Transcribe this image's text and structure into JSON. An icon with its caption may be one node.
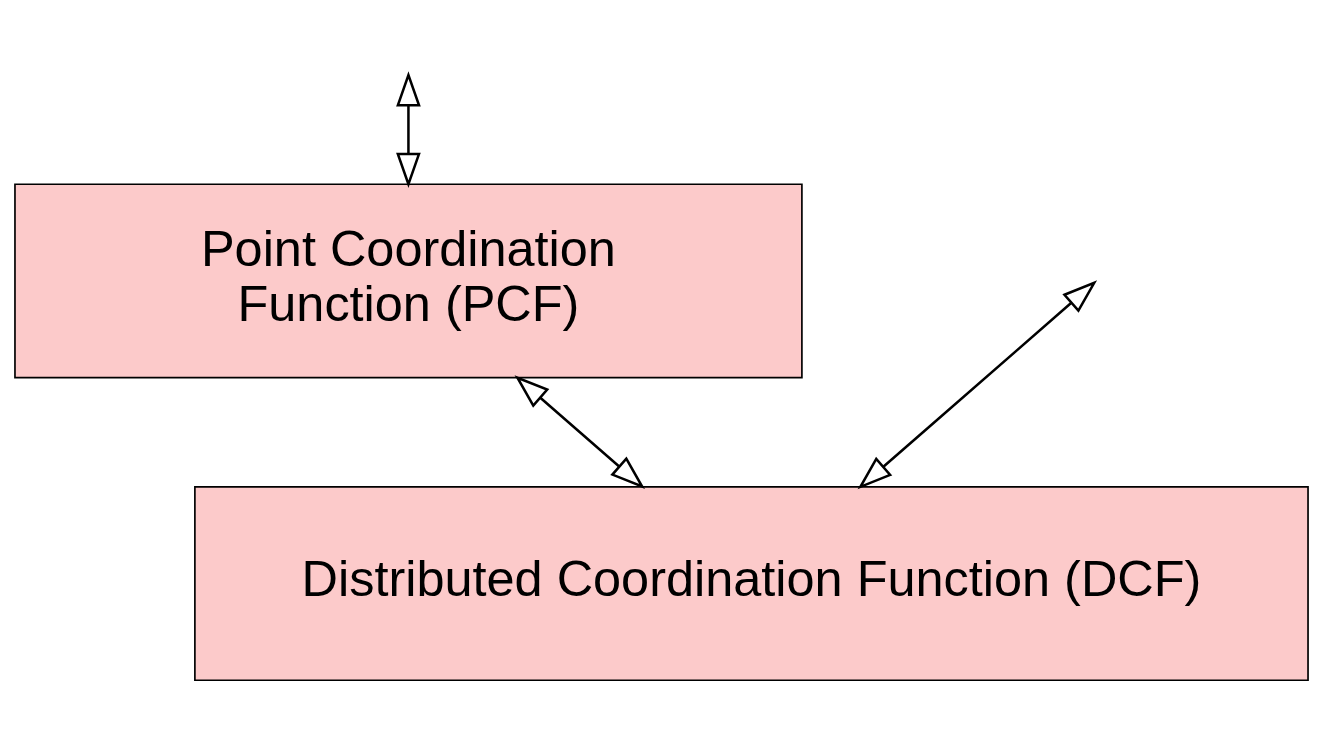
{
  "diagram": {
    "nodes": [
      {
        "text": [
          "Point Coordination Function (PCF)"
        ]
      },
      {
        "text": [
          "Distributed Coordination Function (DCF)"
        ]
      }
    ],
    "edges": [
      {
        "from": null,
        "to": 0,
        "arrow": "both"
      },
      {
        "from": 0,
        "to": 1,
        "arrow": "both"
      },
      {
        "from": null,
        "to": 1,
        "arrow": "both"
      }
    ]
  }
}
